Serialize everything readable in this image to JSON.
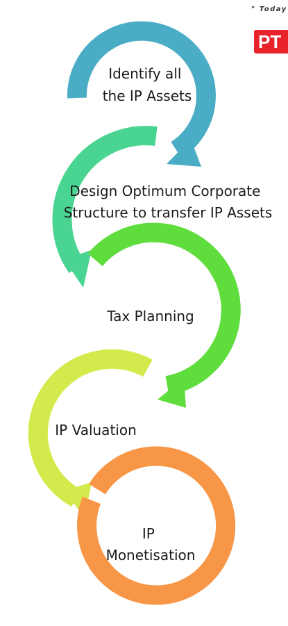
{
  "header": {
    "tagline": "\" Today",
    "logo_text": "PT"
  },
  "steps": [
    {
      "lines": [
        "Identify all",
        "the IP Assets"
      ],
      "color": "#4bacc6"
    },
    {
      "lines": [
        "Design Optimum  Corporate",
        "Structure  to  transfer IP Assets"
      ],
      "color": "#4ad491"
    },
    {
      "lines": [
        "Tax Planning"
      ],
      "color": "#5fdd3c"
    },
    {
      "lines": [
        "IP Valuation"
      ],
      "color": "#d4ea4c"
    },
    {
      "lines": [
        "IP",
        "Monetisation"
      ],
      "color": "#f79646"
    }
  ]
}
